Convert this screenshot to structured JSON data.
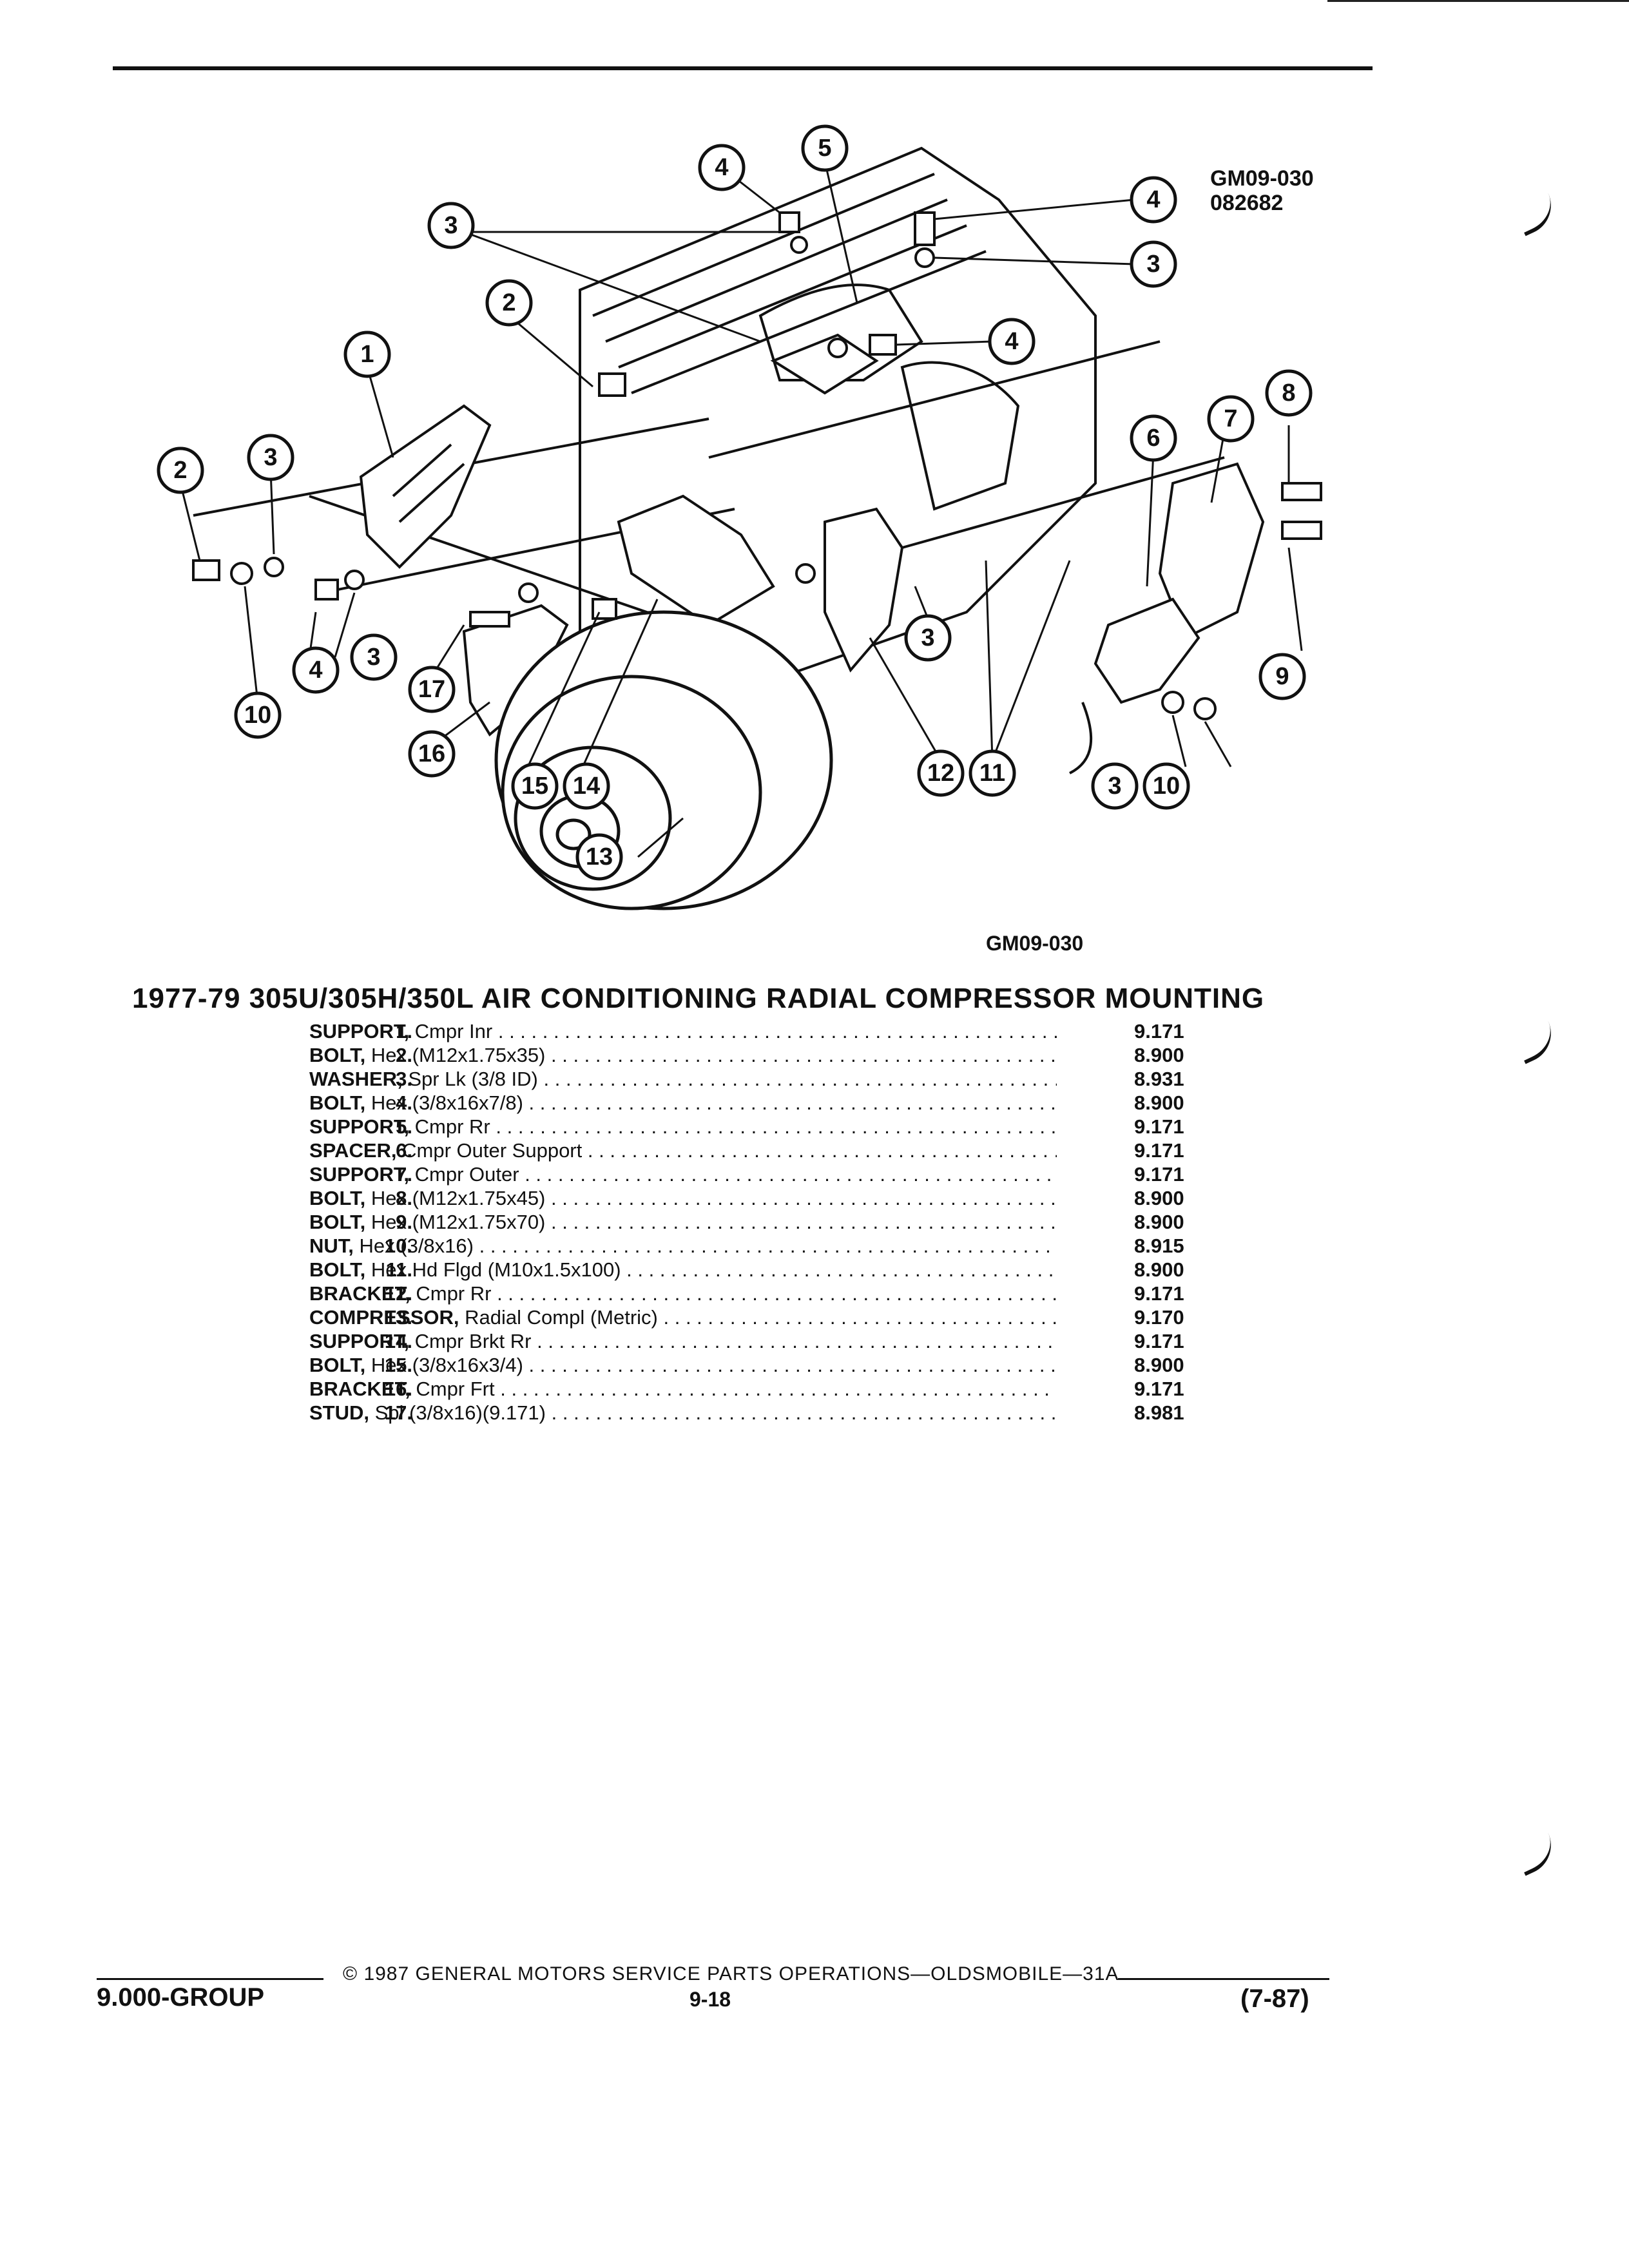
{
  "figure": {
    "code": "GM09-030",
    "date_code": "082682",
    "caption": "GM09-030",
    "callouts": [
      "1",
      "2",
      "2",
      "3",
      "3",
      "3",
      "3",
      "3",
      "3",
      "4",
      "4",
      "4",
      "4",
      "5",
      "6",
      "7",
      "8",
      "9",
      "10",
      "10",
      "11",
      "12",
      "13",
      "14",
      "15",
      "16",
      "17"
    ]
  },
  "title": "1977-79 305U/305H/350L AIR CONDITIONING RADIAL COMPRESSOR MOUNTING",
  "parts": [
    {
      "num": "1.",
      "name": "SUPPORT,",
      "desc": "Cmpr Inr",
      "group": "9.171"
    },
    {
      "num": "2.",
      "name": "BOLT,",
      "desc": "Hex (M12x1.75x35)",
      "group": "8.900"
    },
    {
      "num": "3.",
      "name": "WASHER,",
      "desc": "Spr Lk (3/8 ID)",
      "group": "8.931"
    },
    {
      "num": "4.",
      "name": "BOLT,",
      "desc": "Hex (3/8x16x7/8)",
      "group": "8.900"
    },
    {
      "num": "5.",
      "name": "SUPPORT,",
      "desc": "Cmpr Rr",
      "group": "9.171"
    },
    {
      "num": "6.",
      "name": "SPACER,",
      "desc": "Cmpr Outer Support",
      "group": "9.171"
    },
    {
      "num": "7.",
      "name": "SUPPORT,",
      "desc": "Cmpr Outer",
      "group": "9.171"
    },
    {
      "num": "8.",
      "name": "BOLT,",
      "desc": "Hex (M12x1.75x45)",
      "group": "8.900"
    },
    {
      "num": "9.",
      "name": "BOLT,",
      "desc": "Hex (M12x1.75x70)",
      "group": "8.900"
    },
    {
      "num": "10.",
      "name": "NUT,",
      "desc": "Hex (3/8x16)",
      "group": "8.915"
    },
    {
      "num": "11.",
      "name": "BOLT,",
      "desc": "Hex Hd Flgd (M10x1.5x100)",
      "group": "8.900"
    },
    {
      "num": "12.",
      "name": "BRACKET,",
      "desc": "Cmpr Rr",
      "group": "9.171"
    },
    {
      "num": "13.",
      "name": "COMPRESSOR,",
      "desc": "Radial Compl (Metric)",
      "group": "9.170"
    },
    {
      "num": "14.",
      "name": "SUPPORT,",
      "desc": "Cmpr Brkt Rr",
      "group": "9.171"
    },
    {
      "num": "15.",
      "name": "BOLT,",
      "desc": "Hex (3/8x16x3/4)",
      "group": "8.900"
    },
    {
      "num": "16.",
      "name": "BRACKET,",
      "desc": "Cmpr Frt",
      "group": "9.171"
    },
    {
      "num": "17.",
      "name": "STUD,",
      "desc": "Spl (3/8x16)(9.171)",
      "group": "8.981"
    }
  ],
  "footer": {
    "copyright": "© 1987 GENERAL MOTORS SERVICE PARTS OPERATIONS—OLDSMOBILE—31A",
    "group": "9.000-GROUP",
    "page": "9-18",
    "date": "(7-87)"
  }
}
